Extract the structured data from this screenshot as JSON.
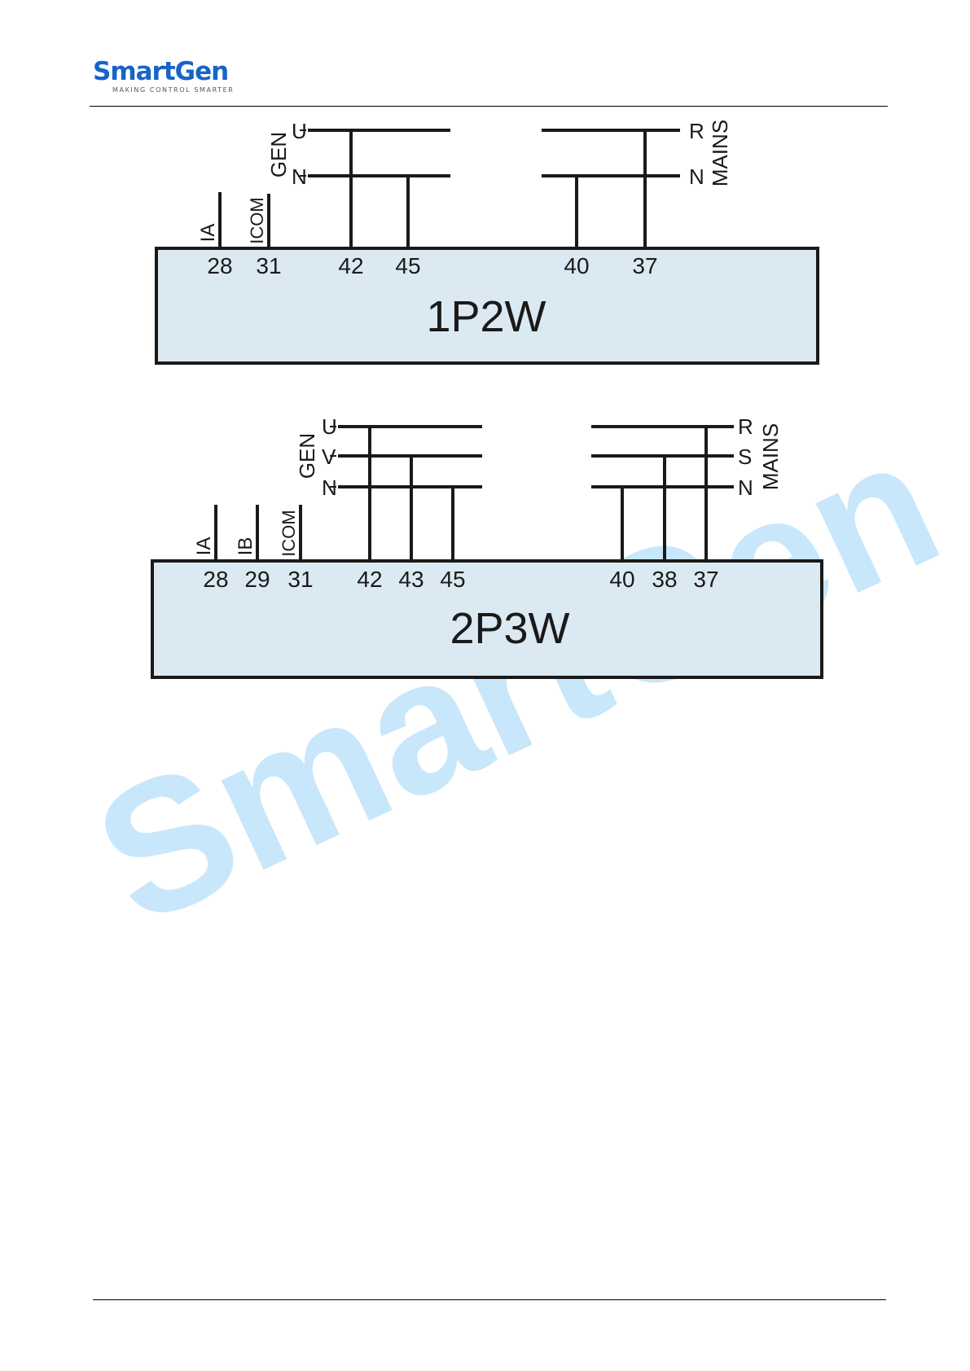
{
  "header": {
    "logo_text": "SmartGen",
    "logo_tagline": "MAKING CONTROL SMARTER",
    "brand_color": "#1764c8"
  },
  "watermark": {
    "text": "SmartGen",
    "color": "#c7e6fb"
  },
  "diagrams": [
    {
      "title": "1P2W",
      "box_fill": "#dbe9f2",
      "gen_label": "GEN",
      "mains_label": "MAINS",
      "gen_phases": [
        "U",
        "N"
      ],
      "mains_phases": [
        "R",
        "N"
      ],
      "current_labels": [
        "IA",
        "ICOM"
      ],
      "terminals": [
        "28",
        "31",
        "42",
        "45",
        "40",
        "37"
      ]
    },
    {
      "title": "2P3W",
      "box_fill": "#dbe9f2",
      "gen_label": "GEN",
      "mains_label": "MAINS",
      "gen_phases": [
        "U",
        "V",
        "N"
      ],
      "mains_phases": [
        "R",
        "S",
        "N"
      ],
      "current_labels": [
        "IA",
        "IB",
        "ICOM"
      ],
      "terminals": [
        "28",
        "29",
        "31",
        "42",
        "43",
        "45",
        "40",
        "38",
        "37"
      ]
    }
  ]
}
